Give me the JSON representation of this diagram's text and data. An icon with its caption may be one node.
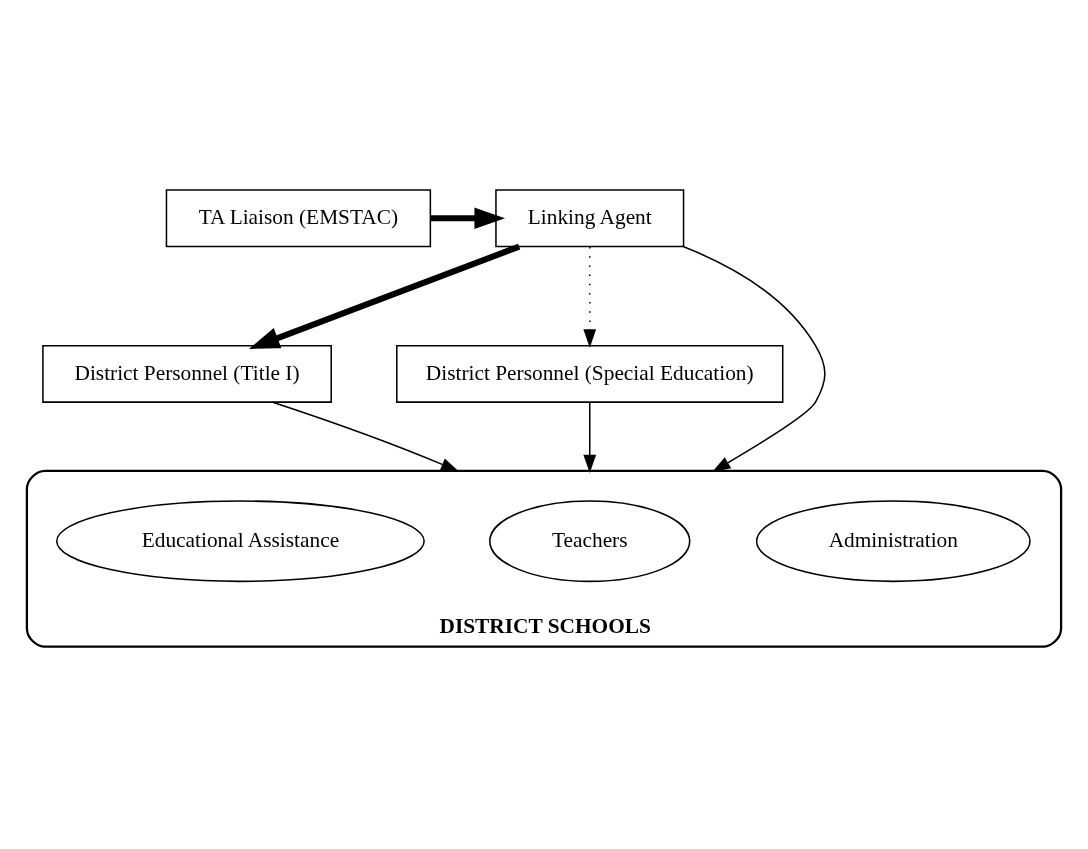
{
  "diagram": {
    "nodes": [
      {
        "text": [
          "TA Liaison (EMSTAC)"
        ]
      },
      {
        "text": [
          "Linking Agent"
        ]
      },
      {
        "text": [
          "District Personnel (Title I)"
        ]
      },
      {
        "text": [
          "District Personnel (Special Education)"
        ]
      },
      {
        "text": [
          "DISTRICT SCHOOLS"
        ]
      },
      {
        "text": [
          "Administration"
        ],
        "in": 4
      },
      {
        "text": [
          "Teachers"
        ],
        "in": 4
      },
      {
        "text": [
          "Educational Assistance"
        ],
        "in": 4
      }
    ],
    "edges": [
      {
        "from": 0,
        "to": 1,
        "arrow": "to",
        "style": "thick"
      },
      {
        "from": 1,
        "to": 2,
        "arrow": "to",
        "style": "thick"
      },
      {
        "from": 1,
        "to": 4,
        "arrow": "to"
      },
      {
        "from": 1,
        "to": 3,
        "arrow": "to",
        "style": "dashed"
      },
      {
        "from": 2,
        "to": 4,
        "arrow": "to"
      },
      {
        "from": 3,
        "to": 4,
        "arrow": "to"
      }
    ]
  }
}
